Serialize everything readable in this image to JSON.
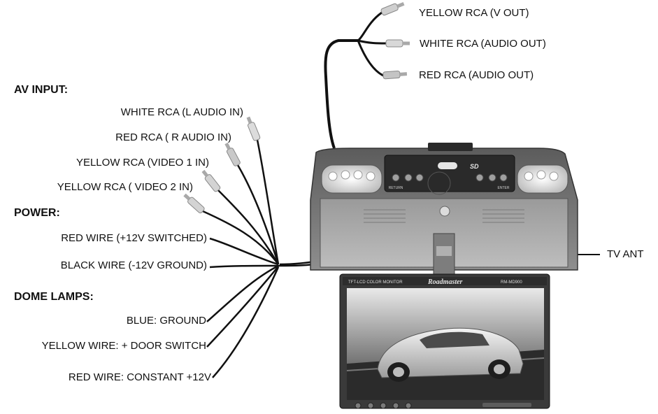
{
  "outputs": {
    "yellow": "YELLOW RCA (V OUT)",
    "white": "WHITE RCA (AUDIO OUT)",
    "red": "RED RCA (AUDIO OUT)"
  },
  "av_input": {
    "heading": "AV INPUT:",
    "items": [
      "WHITE RCA (L AUDIO IN)",
      "RED RCA ( R AUDIO IN)",
      "YELLOW RCA (VIDEO 1 IN)",
      "YELLOW RCA ( VIDEO 2 IN)"
    ]
  },
  "power": {
    "heading": "POWER:",
    "items": [
      "RED WIRE (+12V SWITCHED)",
      "BLACK WIRE (-12V GROUND)"
    ]
  },
  "dome_lamps": {
    "heading": "DOME LAMPS:",
    "items": [
      "BLUE: GROUND",
      "YELLOW WIRE: + DOOR SWITCH",
      "RED WIRE: CONSTANT  +12V"
    ]
  },
  "tv_ant": "TV ANT",
  "device": {
    "screen_title": "TFT-LCD COLOR MONITOR",
    "brand": "Roadmaster",
    "model": "RM-MD900",
    "ctrl_return": "RETURN",
    "ctrl_enter": "ENTER",
    "media_badge": "SD"
  }
}
